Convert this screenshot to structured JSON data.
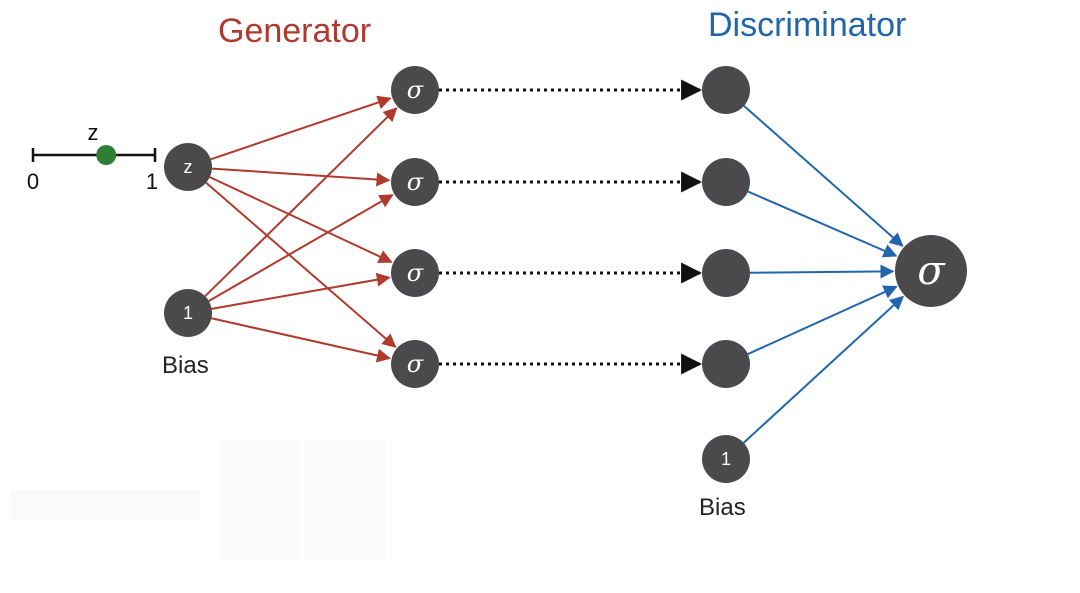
{
  "titles": {
    "generator": "Generator",
    "discriminator": "Discriminator"
  },
  "colors": {
    "generator": "#B03A2E",
    "discriminator": "#2166AC",
    "node": "#4A4A4D",
    "latent_dot": "#2E7D32",
    "connector": "#111111"
  },
  "slider": {
    "variable": "z",
    "min_label": "0",
    "max_label": "1",
    "value": 0.6
  },
  "generator": {
    "inputs": [
      {
        "label": "z"
      },
      {
        "label": "1"
      }
    ],
    "bias_label": "Bias",
    "outputs": [
      {
        "label": "σ"
      },
      {
        "label": "σ"
      },
      {
        "label": "σ"
      },
      {
        "label": "σ"
      }
    ]
  },
  "discriminator": {
    "inputs": [
      {
        "label": ""
      },
      {
        "label": ""
      },
      {
        "label": ""
      },
      {
        "label": ""
      }
    ],
    "bias_node_label": "1",
    "bias_label": "Bias",
    "output_label": "σ"
  }
}
